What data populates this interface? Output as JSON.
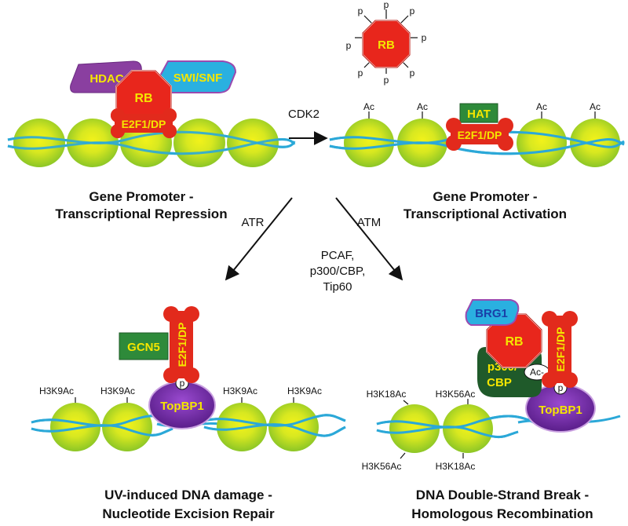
{
  "colors": {
    "nucleosome": "#9fd42a",
    "nucleosome_core": "#e8ef1a",
    "dna": "#2ba8d8",
    "rb_red": "#e8261c",
    "e2f_red": "#e22a1c",
    "e2f_text": "#f5e600",
    "hdac_purple": "#8a3fa0",
    "swi_blue": "#2ab0e0",
    "hat_green": "#2e8a3a",
    "topbp1_purple": "#6a2a9a",
    "p300_green": "#1f5a2a"
  },
  "rb_labels": {
    "rb": "RB",
    "p": "p",
    "e2f": "E2F1/DP"
  },
  "panel_tl": {
    "hdac": "HDAC",
    "swi": "SWI/SNF",
    "caption_line1": "Gene Promoter -",
    "caption_line2": "Transcriptional Repression"
  },
  "panel_tr": {
    "hat": "HAT",
    "ac": "Ac",
    "caption_line1": "Gene Promoter -",
    "caption_line2": "Transcriptional Activation"
  },
  "arrows": {
    "cdk2": "CDK2",
    "atr": "ATR",
    "atm": "ATM",
    "hat_list_1": "PCAF,",
    "hat_list_2": "p300/CBP,",
    "hat_list_3": "Tip60"
  },
  "panel_bl": {
    "gcn5": "GCN5",
    "topbp1": "TopBP1",
    "mark": "H3K9Ac",
    "caption_line1": "UV-induced DNA damage -",
    "caption_line2": "Nucleotide Excision Repair"
  },
  "panel_br": {
    "brg1": "BRG1",
    "p300_1": "p300/",
    "p300_2": "CBP",
    "ac_dash": "Ac-",
    "topbp1": "TopBP1",
    "mark_k18": "H3K18Ac",
    "mark_k56": "H3K56Ac",
    "caption_line1": "DNA Double-Strand Break -",
    "caption_line2": "Homologous Recombination"
  }
}
